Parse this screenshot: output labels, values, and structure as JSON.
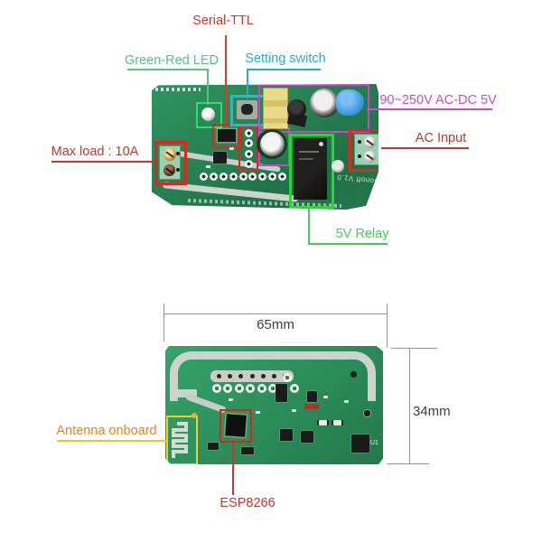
{
  "canvas": {
    "background": "#ffffff"
  },
  "top_board": {
    "description": "front side of WiFi relay PCB",
    "silkscreen": "Sonoff V1.0",
    "callouts": {
      "serial_ttl": {
        "label": "Serial-TTL",
        "color": "#e5342b"
      },
      "green_red_led": {
        "label": "Green-Red LED",
        "color": "#56c282"
      },
      "setting_switch": {
        "label": "Setting switch",
        "color": "#2aabd6"
      },
      "ac_dc": {
        "label": "90~250V AC-DC 5V",
        "color": "#ca4ccd"
      },
      "ac_input": {
        "label": "AC Input",
        "color": "#c8352c"
      },
      "max_load": {
        "label": "Max load : 10A",
        "color": "#c8352c"
      },
      "relay": {
        "label": "5V Relay",
        "color": "#3dd34b"
      }
    }
  },
  "bottom_board": {
    "description": "back side of WiFi relay PCB",
    "chip_ref": "U1",
    "callouts": {
      "antenna": {
        "label": "Antenna onboard",
        "text_color": "#e8831d",
        "line_color": "#f0c41d"
      },
      "esp8266": {
        "label": "ESP8266",
        "color": "#d3322a"
      }
    },
    "dimensions": {
      "width": "65mm",
      "height": "34mm"
    }
  }
}
